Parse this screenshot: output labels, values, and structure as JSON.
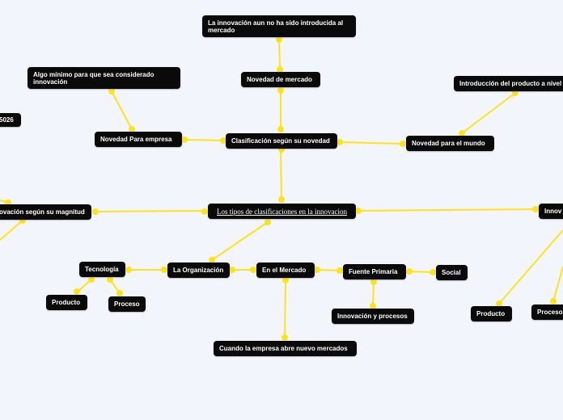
{
  "root": "Los tipos de clasificaciones en la innovacion",
  "nodes": {
    "no_introducida": "La innovación aun no ha sido introducida al mercado",
    "novedad_mercado": "Novedad de mercado",
    "algo_minimo": "Algo mínimo para que sea considerado innovación",
    "novedad_empresa": "Novedad Para empresa",
    "clasif_novedad": "Clasificación según su novedad",
    "novedad_mundo": "Novedad para el mundo",
    "intro_producto": "Introducción del producto a  nivel",
    "code_fragment": "5026",
    "magnitud": "ovación según su magnitud",
    "innov_right": "Innov",
    "tecnologia": "Tecnología",
    "organizacion": "La Organización",
    "en_mercado": "En el Mercado",
    "fuente_primaria": "Fuente Primaria",
    "social": "Social",
    "producto_left": "Producto",
    "proceso_left": "Proceso",
    "innov_procesos": "Innovación y procesos",
    "nuevos_mercados": "Cuando la empresa abre nuevo mercados",
    "producto_right": "Producto",
    "proceso_right": "Proceso"
  },
  "colors": {
    "background": "#f3f5fd",
    "node_fill": "#0a0a0a",
    "node_text": "#ffffff",
    "connector": "#ffe31a"
  }
}
